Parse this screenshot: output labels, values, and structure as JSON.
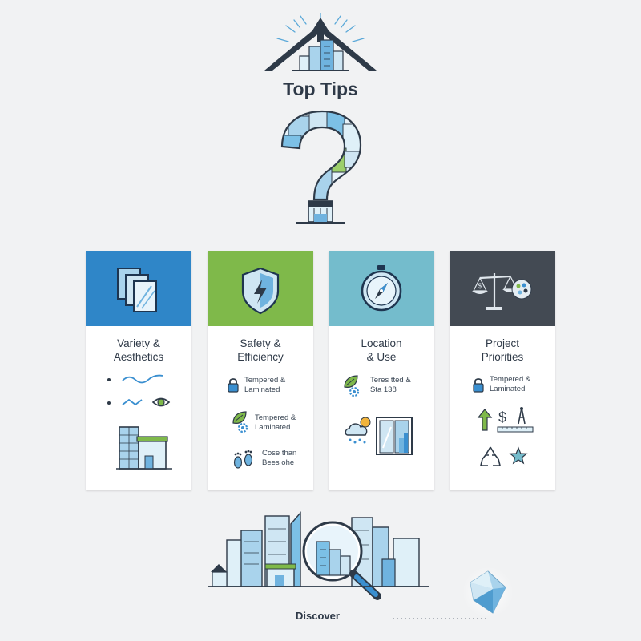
{
  "header": {
    "title": "Top Tips"
  },
  "cards": [
    {
      "title_line1": "Variety &",
      "title_line2": "Aesthetics",
      "color": "#2f86c8",
      "icon": "glass-panels-icon"
    },
    {
      "title_line1": "Safety &",
      "title_line2": "Efficiency",
      "color": "#7fb94a",
      "icon": "shield-bolt-icon",
      "items": [
        {
          "icon": "lock-icon",
          "line1": "Tempered &",
          "line2": "Laminated"
        },
        {
          "icon": "leaf-gear-icon",
          "line1": "Tempered &",
          "line2": "Laminated"
        },
        {
          "icon": "footprints-icon",
          "line1": "Cose than",
          "line2": "Bees ohe"
        }
      ]
    },
    {
      "title_line1": "Location",
      "title_line2": "& Use",
      "color": "#74bccc",
      "icon": "compass-icon",
      "items": [
        {
          "icon": "leaf-gear-icon",
          "line1": "Teres tted &",
          "line2": "Sta 138"
        }
      ]
    },
    {
      "title_line1": "Project",
      "title_line2": "Priorities",
      "color": "#434a53",
      "icon": "balance-scale-icon",
      "items": [
        {
          "icon": "lock-icon",
          "line1": "Tempered &",
          "line2": "Laminated"
        }
      ]
    }
  ],
  "footer": {
    "label": "Discover"
  },
  "colors": {
    "blue": "#2f86c8",
    "green": "#7fb94a",
    "teal": "#74bccc",
    "slate": "#434a53",
    "ink": "#2e3a48",
    "glass": "#cfe6f3"
  }
}
